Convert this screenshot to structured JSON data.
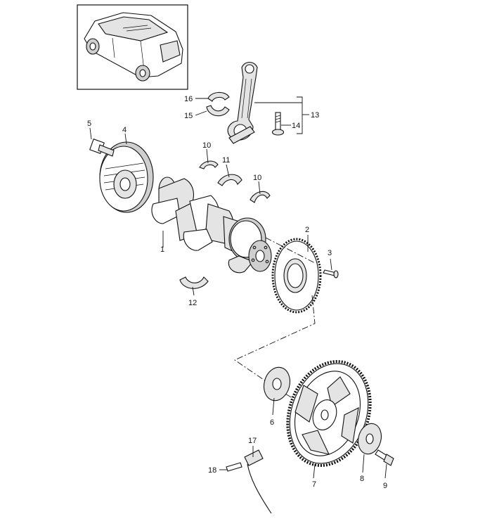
{
  "callouts": {
    "c1": "1",
    "c2": "2",
    "c3": "3",
    "c4": "4",
    "c5": "5",
    "c6": "6",
    "c7": "7",
    "c8": "8",
    "c9": "9",
    "c10a": "10",
    "c10b": "10",
    "c11": "11",
    "c12": "12",
    "c13": "13",
    "c14": "14",
    "c15": "15",
    "c16": "16",
    "c17": "17",
    "c18": "18"
  }
}
